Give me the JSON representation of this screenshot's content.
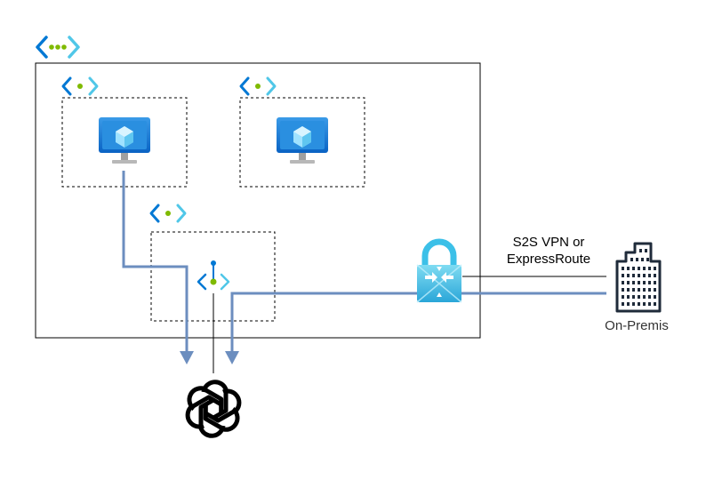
{
  "diagram": {
    "connection_label_line1": "S2S VPN or",
    "connection_label_line2": "ExpressRoute",
    "onprem_label": "On-Premis"
  },
  "icons": {
    "vnet": "virtual-network-icon",
    "subnet": "subnet-icon",
    "vm": "virtual-machine-icon",
    "private_endpoint": "private-endpoint-icon",
    "gateway": "vpn-gateway-icon",
    "onprem": "on-premises-building-icon",
    "openai": "openai-logo-icon"
  },
  "colors": {
    "flow_line": "#6c8ebf",
    "azure_blue": "#0078d4",
    "azure_light": "#50c7e8",
    "dot_green": "#7fba00",
    "building": "#1f2b3a"
  }
}
